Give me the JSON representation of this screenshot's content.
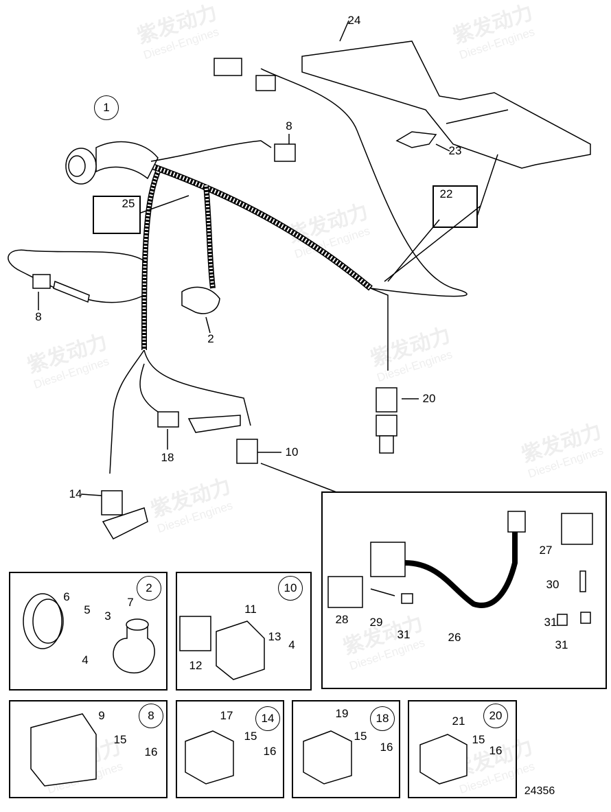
{
  "watermark": {
    "brand": "紫发动力",
    "sub": "Diesel-Engines"
  },
  "document_number": "24356",
  "main_view": {
    "assembly_ref": "1",
    "labels": [
      "24",
      "8",
      "23",
      "22",
      "25",
      "8",
      "2",
      "20",
      "18",
      "10",
      "14"
    ]
  },
  "detail_10_expanded": {
    "labels": [
      "27",
      "30",
      "28",
      "29",
      "31",
      "26",
      "31",
      "31"
    ]
  },
  "detail_boxes": [
    {
      "ref": "2",
      "labels": [
        "6",
        "5",
        "3",
        "7",
        "4"
      ]
    },
    {
      "ref": "10",
      "labels": [
        "11",
        "13",
        "4",
        "12"
      ]
    },
    {
      "ref": "8",
      "labels": [
        "9",
        "15",
        "16"
      ]
    },
    {
      "ref": "14",
      "labels": [
        "17",
        "15",
        "16"
      ]
    },
    {
      "ref": "18",
      "labels": [
        "19",
        "15",
        "16"
      ]
    },
    {
      "ref": "20",
      "labels": [
        "21",
        "15",
        "16"
      ]
    }
  ]
}
